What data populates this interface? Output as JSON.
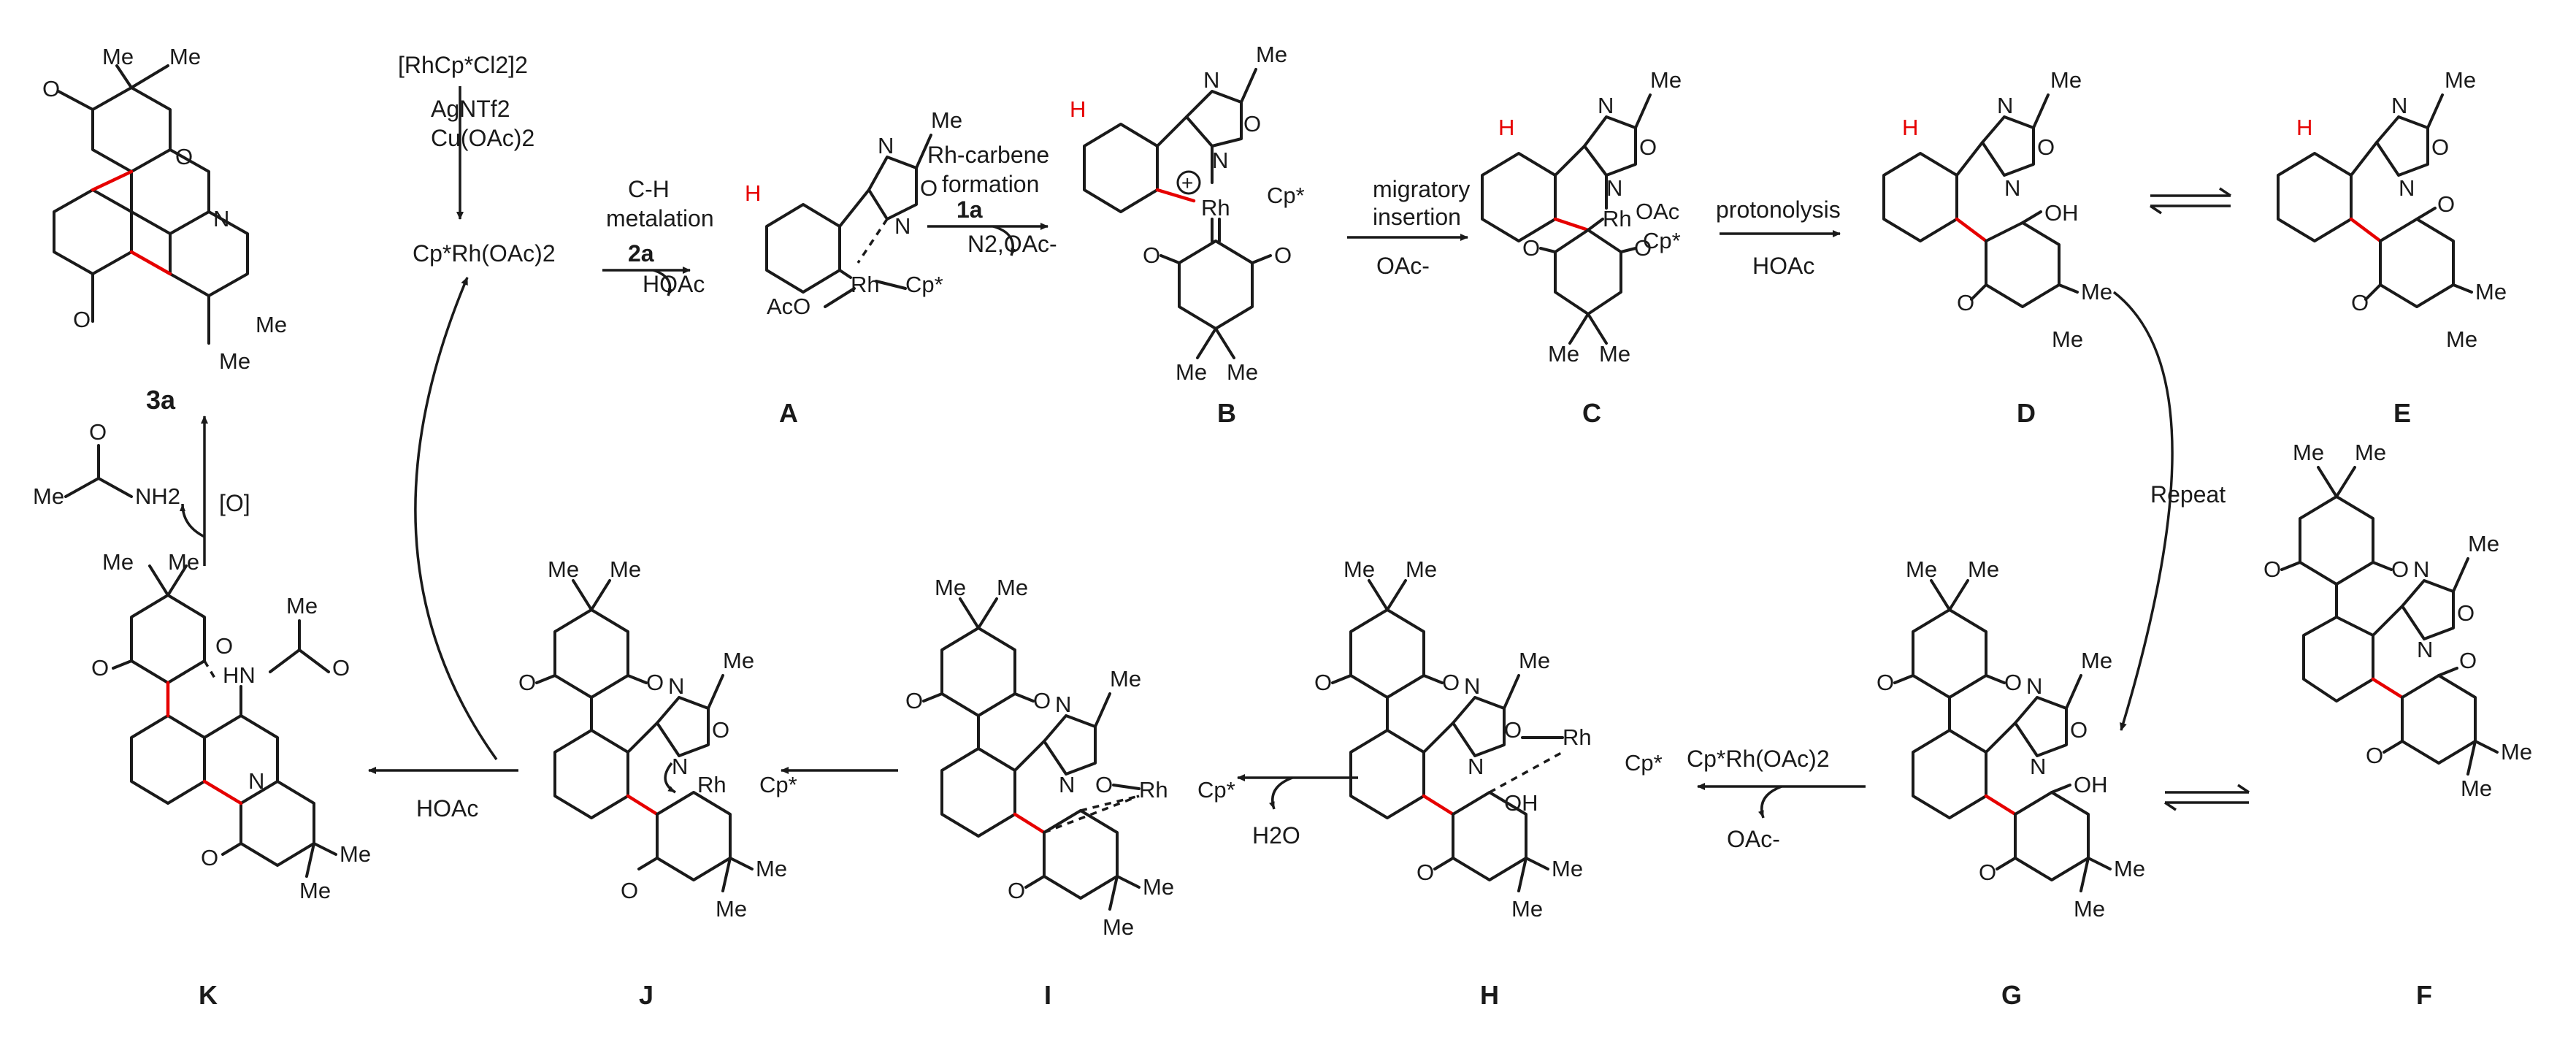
{
  "scheme": {
    "compounds": {
      "p3a": "3a",
      "A": "A",
      "B": "B",
      "C": "C",
      "D": "D",
      "E": "E",
      "F": "F",
      "G": "G",
      "H": "H",
      "I": "I",
      "J": "J",
      "K": "K"
    },
    "reagents": {
      "precatalyst": "[RhCp*Cl2]2",
      "additive1": "AgNTf2",
      "additive2": "Cu(OAc)2",
      "active_catalyst": "Cp*Rh(OAc)2",
      "ch_metalation_1": "C-H",
      "ch_metalation_2": "metalation",
      "substrate_2a": "2a",
      "hoac": "HOAc",
      "rh_carbene_1": "Rh-carbene",
      "rh_carbene_2": "formation",
      "diazo_1a": "1a",
      "n2_oac": "N2,OAc-",
      "migratory_1": "migratory",
      "migratory_2": "insertion",
      "oac_minus": "OAc-",
      "protonolysis": "protonolysis",
      "repeat": "Repeat",
      "oxidation": "[O]",
      "water": "H2O",
      "catalyst_regen": "Cp*Rh(OAc)2"
    },
    "atoms": {
      "me": "Me",
      "o": "O",
      "n": "N",
      "h": "H",
      "oh": "OH",
      "rh": "Rh",
      "cp": "Cp*",
      "oac": "OAc",
      "aco": "AcO",
      "nh2": "NH2",
      "hn": "HN",
      "plus": "+"
    }
  }
}
